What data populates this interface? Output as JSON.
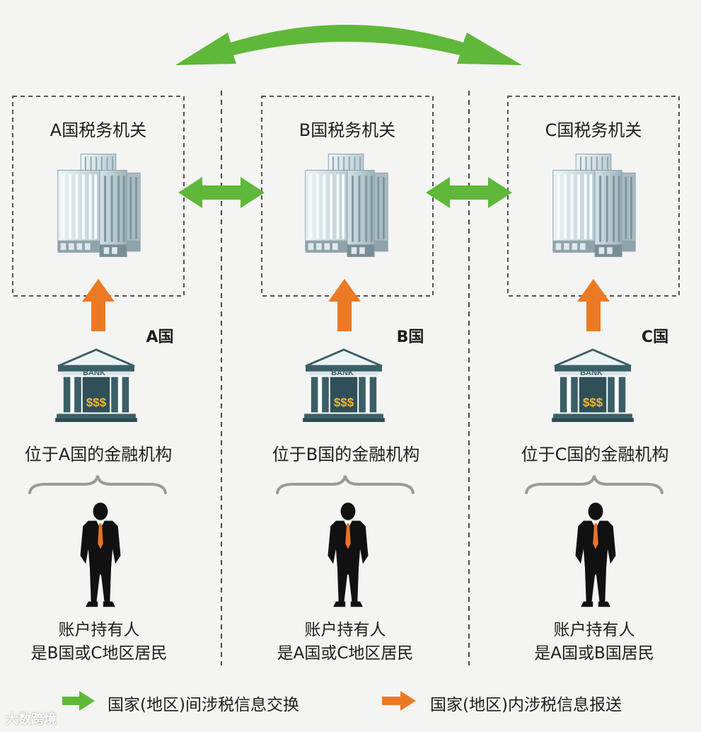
{
  "columns": [
    {
      "authority_title": "A国税务机关",
      "country_tag": "A国",
      "institution_label": "位于A国的金融机构",
      "holder_line1": "账户持有人",
      "holder_line2": "是B国或C地区居民"
    },
    {
      "authority_title": "B国税务机关",
      "country_tag": "B国",
      "institution_label": "位于B国的金融机构",
      "holder_line1": "账户持有人",
      "holder_line2": "是A国或C地区居民"
    },
    {
      "authority_title": "C国税务机关",
      "country_tag": "C国",
      "institution_label": "位于C国的金融机构",
      "holder_line1": "账户持有人",
      "holder_line2": "是A国或B国居民"
    }
  ],
  "bank_sign": "BANK",
  "bank_money": "$$$",
  "legend": {
    "exchange_label": "国家(地区)间涉税信息交换",
    "report_label": "国家(地区)内涉税信息报送"
  },
  "watermark": "大数跨境",
  "colors": {
    "green_arrow": "#5fb83a",
    "orange_arrow": "#ec7a25",
    "dashed_line": "#4a4a4a",
    "building_glass": "#c9d9e0",
    "bank_teal": "#3b5f66",
    "suit": "#111111",
    "tie": "#e8732a"
  }
}
